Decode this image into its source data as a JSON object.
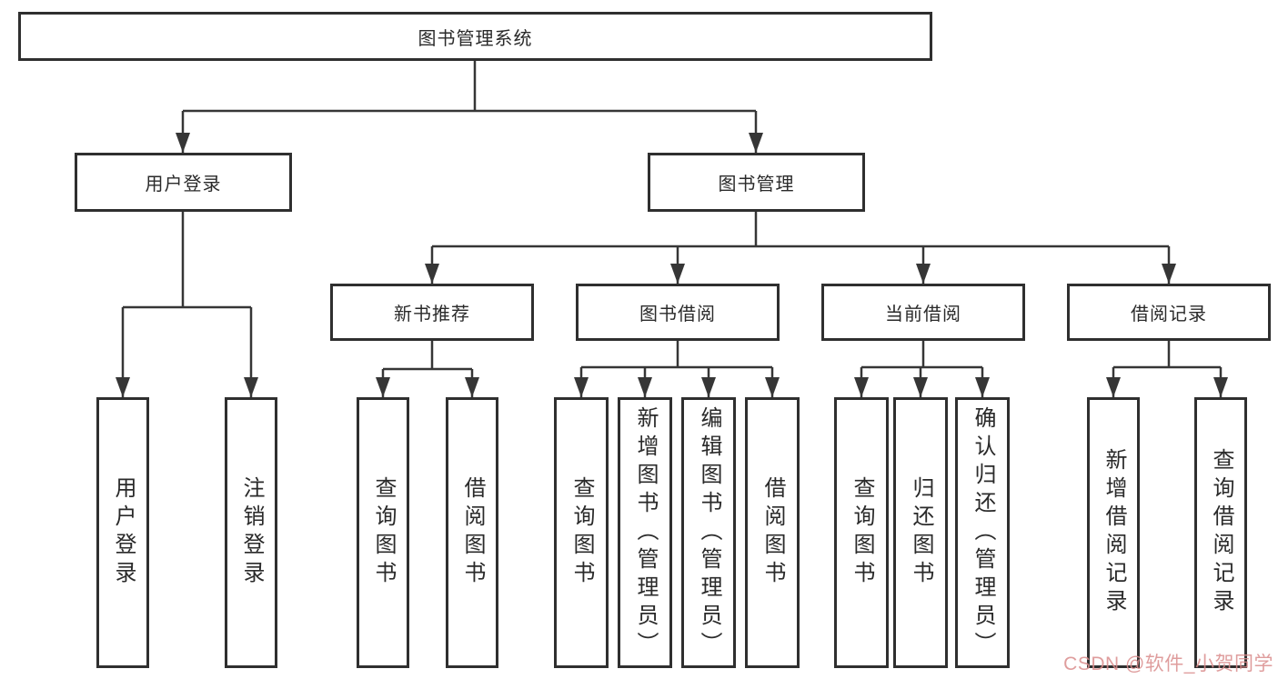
{
  "diagram": {
    "title": "图书管理系统",
    "root": {
      "label": "图书管理系统"
    },
    "level2": [
      {
        "id": "user-login",
        "label": "用户登录"
      },
      {
        "id": "book-management",
        "label": "图书管理"
      }
    ],
    "level3": [
      {
        "id": "new-book-recommend",
        "label": "新书推荐"
      },
      {
        "id": "book-borrowing",
        "label": "图书借阅"
      },
      {
        "id": "current-borrowing",
        "label": "当前借阅"
      },
      {
        "id": "borrowing-records",
        "label": "借阅记录"
      }
    ],
    "leaves": {
      "user_login": [
        "用户登录",
        "注销登录"
      ],
      "new_book_recommend": [
        "查询图书",
        "借阅图书"
      ],
      "book_borrowing": [
        "查询图书",
        "新增图书（管理员）",
        "编辑图书（管理员）",
        "借阅图书"
      ],
      "current_borrowing": [
        "查询图书",
        "归还图书",
        "确认归还（管理员）"
      ],
      "borrowing_records": [
        "新增借阅记录",
        "查询借阅记录"
      ]
    }
  },
  "watermark": {
    "text": "CSDN @软件_小贺同学",
    "color": "#D98C8C"
  },
  "colors": {
    "line": "#363636",
    "box_border": "#2F2F2F",
    "text": "#2A2A2A",
    "background": "#FFFFFF"
  }
}
